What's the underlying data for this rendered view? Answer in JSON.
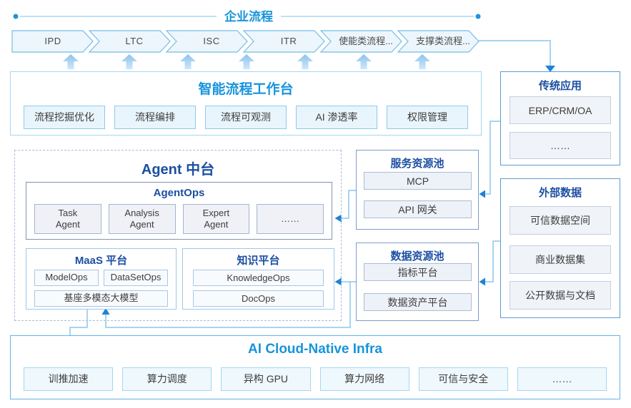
{
  "colors": {
    "bright_blue": "#1794DC",
    "navy": "#1C4FA1",
    "connector_light": "#8CC5EE",
    "arrowhead_blue": "#1E82D8",
    "chevron_border": "#76BCE7",
    "chevron_fill": "#EDF6FC"
  },
  "top_banner": {
    "label": "企业流程",
    "stages": [
      "IPD",
      "LTC",
      "ISC",
      "ITR",
      "使能类流程...",
      "支撑类流程..."
    ]
  },
  "workbench": {
    "title": "智能流程工作台",
    "items": [
      "流程挖掘优化",
      "流程编排",
      "流程可观测",
      "AI 渗透率",
      "权限管理"
    ]
  },
  "legacy_apps": {
    "title": "传统应用",
    "items": [
      "ERP/CRM/OA",
      "……"
    ]
  },
  "agent_platform": {
    "title": "Agent 中台",
    "agent_ops": {
      "title": "AgentOps",
      "items": [
        "Task\nAgent",
        "Analysis\nAgent",
        "Expert\nAgent",
        "……"
      ]
    },
    "maas": {
      "title": "MaaS 平台",
      "row1": [
        "ModelOps",
        "DataSetOps"
      ],
      "row2": "基座多模态大模型"
    },
    "knowledge": {
      "title": "知识平台",
      "items": [
        "KnowledgeOps",
        "DocOps"
      ]
    }
  },
  "service_pool": {
    "title": "服务资源池",
    "items": [
      "MCP",
      "API 网关"
    ]
  },
  "data_pool": {
    "title": "数据资源池",
    "items": [
      "指标平台",
      "数据资产平台"
    ]
  },
  "external_data": {
    "title": "外部数据",
    "items": [
      "可信数据空间",
      "商业数据集",
      "公开数据与文档"
    ]
  },
  "infra": {
    "title": "AI Cloud-Native Infra",
    "items": [
      "训推加速",
      "算力调度",
      "异构 GPU",
      "算力网络",
      "可信与安全",
      "……"
    ]
  }
}
